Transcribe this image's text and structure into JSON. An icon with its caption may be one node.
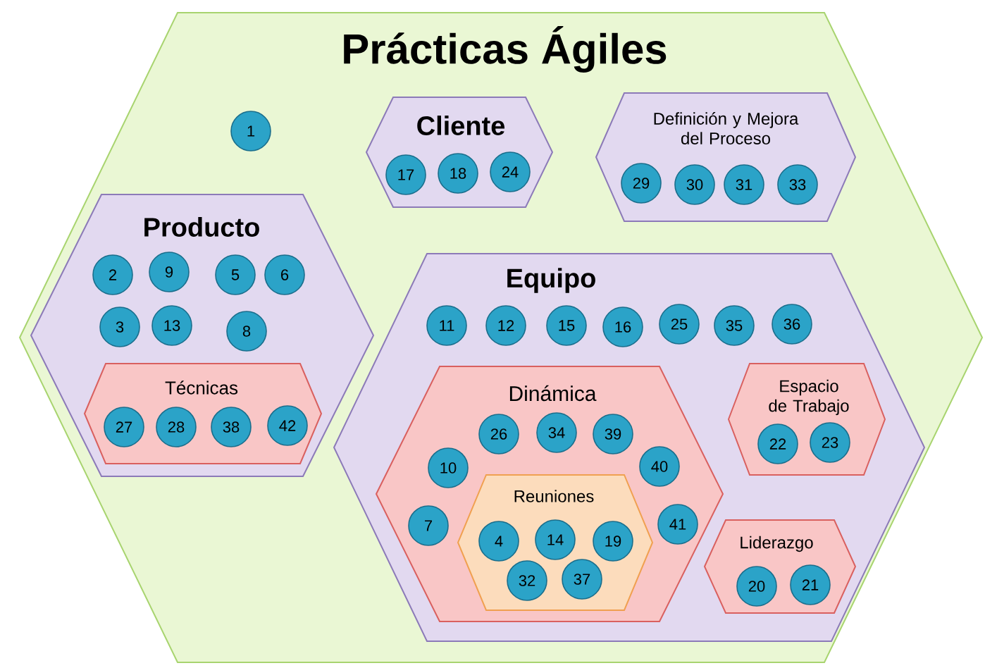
{
  "diagram": {
    "nodes": [
      {
        "text": [
          "Prácticas Ágiles"
        ]
      },
      {
        "text": [
          "1"
        ],
        "in": 0
      },
      {
        "text": [
          "Cliente"
        ],
        "in": 0
      },
      {
        "text": [
          "17"
        ],
        "in": 2
      },
      {
        "text": [
          "18"
        ],
        "in": 2
      },
      {
        "text": [
          "24"
        ],
        "in": 2
      },
      {
        "text": [
          "Definición y Mejora del Proceso"
        ],
        "in": 0
      },
      {
        "text": [
          "29"
        ],
        "in": 6
      },
      {
        "text": [
          "30"
        ],
        "in": 6
      },
      {
        "text": [
          "31"
        ],
        "in": 6
      },
      {
        "text": [
          "33"
        ],
        "in": 6
      },
      {
        "text": [
          "Producto"
        ],
        "in": 0
      },
      {
        "text": [
          "2"
        ],
        "in": 11
      },
      {
        "text": [
          "9"
        ],
        "in": 11
      },
      {
        "text": [
          "5"
        ],
        "in": 11
      },
      {
        "text": [
          "6"
        ],
        "in": 11
      },
      {
        "text": [
          "3"
        ],
        "in": 11
      },
      {
        "text": [
          "13"
        ],
        "in": 11
      },
      {
        "text": [
          "8"
        ],
        "in": 11
      },
      {
        "text": [
          "Técnicas"
        ],
        "in": 11
      },
      {
        "text": [
          "27"
        ],
        "in": 19
      },
      {
        "text": [
          "28"
        ],
        "in": 19
      },
      {
        "text": [
          "38"
        ],
        "in": 19
      },
      {
        "text": [
          "42"
        ],
        "in": 19
      },
      {
        "text": [
          "Equipo"
        ],
        "in": 0
      },
      {
        "text": [
          "11"
        ],
        "in": 24
      },
      {
        "text": [
          "12"
        ],
        "in": 24
      },
      {
        "text": [
          "15"
        ],
        "in": 24
      },
      {
        "text": [
          "16"
        ],
        "in": 24
      },
      {
        "text": [
          "25"
        ],
        "in": 24
      },
      {
        "text": [
          "35"
        ],
        "in": 24
      },
      {
        "text": [
          "36"
        ],
        "in": 24
      },
      {
        "text": [
          "Dinámica"
        ],
        "in": 24
      },
      {
        "text": [
          "26"
        ],
        "in": 32
      },
      {
        "text": [
          "34"
        ],
        "in": 32
      },
      {
        "text": [
          "39"
        ],
        "in": 32
      },
      {
        "text": [
          "10"
        ],
        "in": 32
      },
      {
        "text": [
          "40"
        ],
        "in": 32
      },
      {
        "text": [
          "7"
        ],
        "in": 32
      },
      {
        "text": [
          "41"
        ],
        "in": 32
      },
      {
        "text": [
          "Reuniones"
        ],
        "in": 32
      },
      {
        "text": [
          "4"
        ],
        "in": 40
      },
      {
        "text": [
          "14"
        ],
        "in": 40
      },
      {
        "text": [
          "19"
        ],
        "in": 40
      },
      {
        "text": [
          "32"
        ],
        "in": 40
      },
      {
        "text": [
          "37"
        ],
        "in": 40
      },
      {
        "text": [
          "Espacio de Trabajo"
        ],
        "in": 24
      },
      {
        "text": [
          "22"
        ],
        "in": 46
      },
      {
        "text": [
          "23"
        ],
        "in": 46
      },
      {
        "text": [
          "Liderazgo"
        ],
        "in": 24
      },
      {
        "text": [
          "20"
        ],
        "in": 49
      },
      {
        "text": [
          "21"
        ],
        "in": 49
      }
    ]
  }
}
